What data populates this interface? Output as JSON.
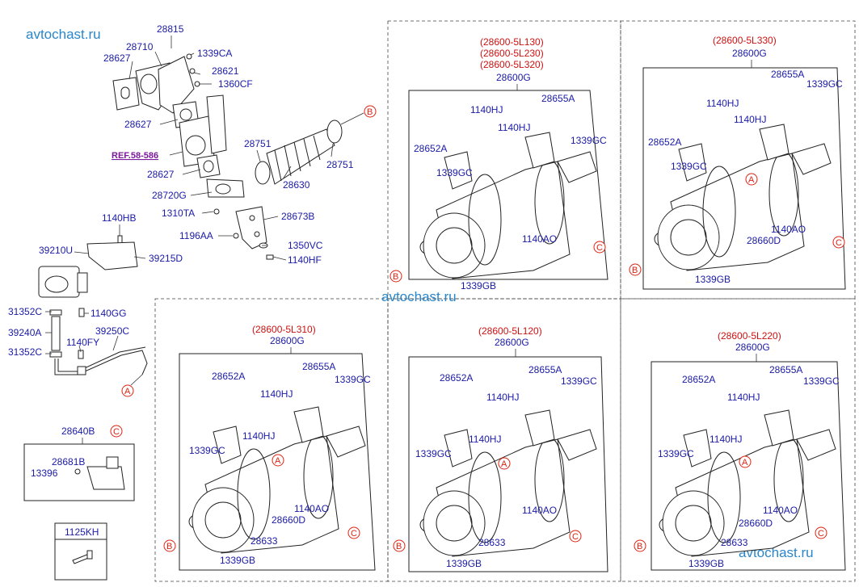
{
  "watermarks": [
    "avtochast.ru",
    "avtochast.ru",
    "avtochast.ru"
  ],
  "ref_label": "REF.58-586",
  "callout_letters": {
    "a": "A",
    "b": "B",
    "c": "C"
  },
  "left_labels": [
    "28815",
    "28710",
    "1339CA",
    "28627",
    "28621",
    "1360CF",
    "28627",
    "28751",
    "28630",
    "28751",
    "28627",
    "28720G",
    "1310TA",
    "28673B",
    "1196AA",
    "1350VC",
    "1140HF",
    "1140HB",
    "39210U",
    "39215D",
    "31352C",
    "1140GG",
    "39240A",
    "39250C",
    "1140FY",
    "31352C"
  ],
  "box_28640b": {
    "title": "28640B",
    "parts": [
      "28681B",
      "13396"
    ]
  },
  "box_1125kh": {
    "title": "1125KH"
  },
  "panels": [
    {
      "variants": [
        "(28600-5L130)",
        "(28600-5L230)",
        "(28600-5L320)"
      ],
      "main": "28600G",
      "parts": [
        "1140HJ",
        "28655A",
        "1140HJ",
        "1339GC",
        "28652A",
        "1339GC",
        "1140AO",
        "1339GB"
      ]
    },
    {
      "variants": [
        "(28600-5L330)"
      ],
      "main": "28600G",
      "parts": [
        "28655A",
        "1339GC",
        "1140HJ",
        "1140HJ",
        "28652A",
        "1339GC",
        "1140AO",
        "28660D",
        "1339GB"
      ]
    },
    {
      "variants": [
        "(28600-5L310)"
      ],
      "main": "28600G",
      "parts": [
        "28652A",
        "28655A",
        "1339GC",
        "1140HJ",
        "1140HJ",
        "1339GC",
        "1140AO",
        "28660D",
        "28633",
        "1339GB"
      ]
    },
    {
      "variants": [
        "(28600-5L120)"
      ],
      "main": "28600G",
      "parts": [
        "28652A",
        "28655A",
        "1339GC",
        "1140HJ",
        "1140HJ",
        "1339GC",
        "1140AO",
        "28633",
        "1339GB"
      ]
    },
    {
      "variants": [
        "(28600-5L220)"
      ],
      "main": "28600G",
      "parts": [
        "28652A",
        "28655A",
        "1339GC",
        "1140HJ",
        "1140HJ",
        "1339GC",
        "1140AO",
        "28660D",
        "28633",
        "1339GB"
      ]
    }
  ]
}
